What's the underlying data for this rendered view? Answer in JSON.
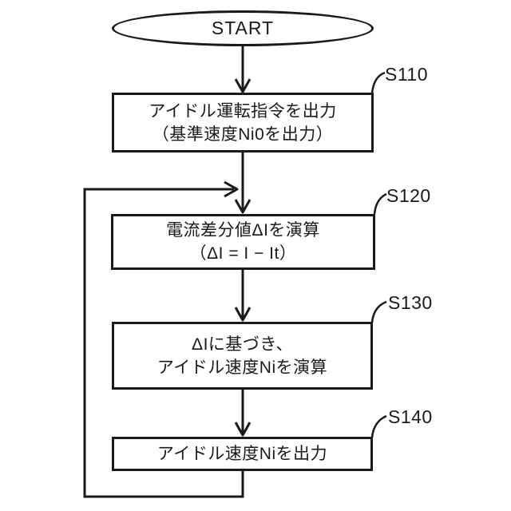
{
  "flowchart": {
    "background_color": "#ffffff",
    "line_color": "#1a1a1a",
    "terminator": {
      "label": "START"
    },
    "steps": [
      {
        "id": "S110",
        "lines": [
          "アイドル運転指令を出力",
          "（基準速度Ni0を出力）"
        ]
      },
      {
        "id": "S120",
        "lines": [
          "電流差分値ΔIを演算",
          "（ΔI = I − It）"
        ]
      },
      {
        "id": "S130",
        "lines": [
          "ΔIに基づき、",
          "アイドル速度Niを演算"
        ]
      },
      {
        "id": "S140",
        "lines": [
          "アイドル速度Niを出力"
        ]
      }
    ],
    "edges": [
      {
        "from": "START",
        "to": "S110",
        "type": "arrow"
      },
      {
        "from": "S110",
        "to": "S120",
        "type": "arrow"
      },
      {
        "from": "S120",
        "to": "S130",
        "type": "arrow"
      },
      {
        "from": "S130",
        "to": "S140",
        "type": "arrow"
      },
      {
        "from": "S140",
        "to": "S120",
        "type": "loop-back"
      }
    ]
  }
}
